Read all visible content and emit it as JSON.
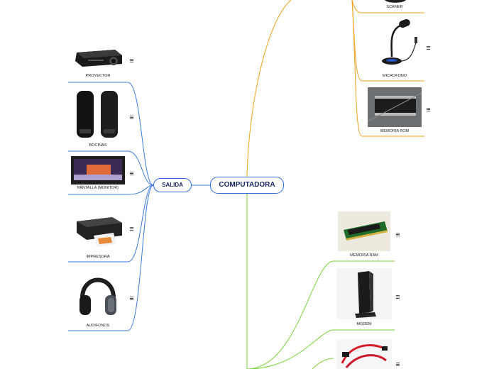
{
  "root": {
    "label": "COMPUTADORA"
  },
  "output_branch": {
    "label": "SALIDA",
    "items": [
      {
        "label": "PROYECTOR",
        "icon": "projector-icon"
      },
      {
        "label": "BOCINAS",
        "icon": "speakers-icon"
      },
      {
        "label": "PANTALLA (MONITOR)",
        "icon": "monitor-icon"
      },
      {
        "label": "IMPRESORA",
        "icon": "printer-icon"
      },
      {
        "label": "AUDIFONOS",
        "icon": "headphones-icon"
      }
    ]
  },
  "input_branch": {
    "items": [
      {
        "label": "SCANER",
        "icon": "scanner-icon"
      },
      {
        "label": "MICROFONO",
        "icon": "microphone-icon"
      },
      {
        "label": "MEMORIA ROM",
        "icon": "rom-chip-icon"
      }
    ]
  },
  "storage_branch": {
    "items": [
      {
        "label": "MEMORIA RAM",
        "icon": "ram-module-icon"
      },
      {
        "label": "MODEM",
        "icon": "modem-icon"
      },
      {
        "label": "",
        "icon": "sata-cable-icon"
      }
    ]
  },
  "colors": {
    "output": "#3b7ae0",
    "input": "#f0a21a",
    "storage": "#7bd23a",
    "pill_border": "#2f6fe0"
  }
}
